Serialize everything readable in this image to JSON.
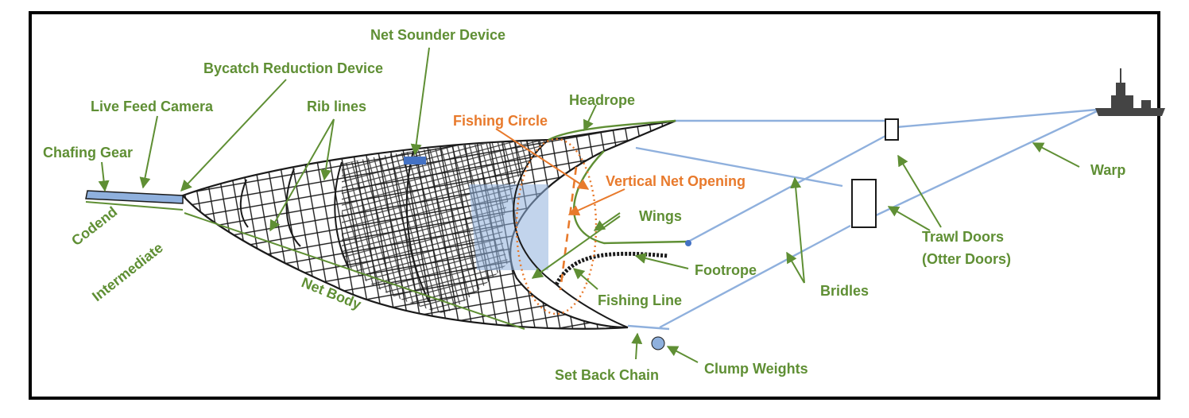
{
  "diagram": {
    "colors": {
      "label_green": "#5f8f34",
      "label_orange": "#e87a2c",
      "rope_blue": "#8fb0dd",
      "net_black": "#1a1a1a"
    },
    "labels": {
      "net_sounder": "Net Sounder Device",
      "bycatch": "Bycatch Reduction Device",
      "live_feed": "Live Feed Camera",
      "rib_lines": "Rib lines",
      "headrope": "Headrope",
      "fishing_circle": "Fishing Circle",
      "chafing_gear": "Chafing Gear",
      "vertical_net_opening": "Vertical Net Opening",
      "wings": "Wings",
      "footrope": "Footrope",
      "codend": "Codend",
      "intermediate": "Intermediate",
      "net_body": "Net Body",
      "fishing_line": "Fishing Line",
      "set_back_chain": "Set Back Chain",
      "clump_weights": "Clump Weights",
      "bridles": "Bridles",
      "trawl_doors_line1": "Trawl Doors",
      "trawl_doors_line2": "(Otter Doors)",
      "warp": "Warp"
    }
  }
}
